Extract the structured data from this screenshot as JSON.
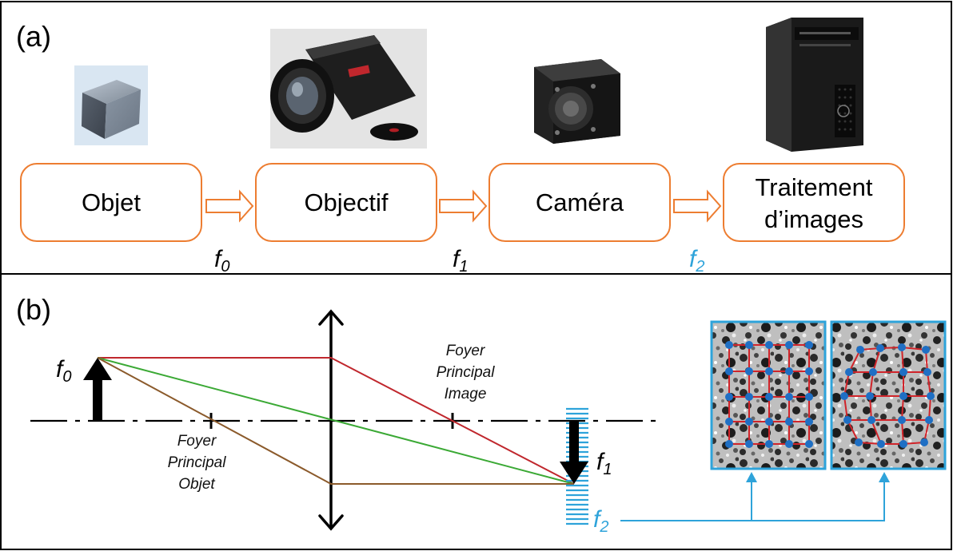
{
  "panel_a": {
    "label": "(a)",
    "stages": [
      {
        "label": "Objet"
      },
      {
        "label": "Objectif"
      },
      {
        "label": "Caméra"
      },
      {
        "label_line1": "Traitement",
        "label_line2": "d’images"
      }
    ],
    "freqs": [
      {
        "base": "f",
        "sub": "0"
      },
      {
        "base": "f",
        "sub": "1"
      },
      {
        "base": "f",
        "sub": "2"
      }
    ]
  },
  "panel_b": {
    "label": "(b)",
    "object_freq": {
      "base": "f",
      "sub": "0"
    },
    "image_freq": {
      "base": "f",
      "sub": "1"
    },
    "sensor_freq": {
      "base": "f",
      "sub": "2"
    },
    "focal_object": [
      "Foyer",
      "Principal",
      "Objet"
    ],
    "focal_image": [
      "Foyer",
      "Principal",
      "Image"
    ]
  },
  "colors": {
    "box_stroke": "#ED7D31",
    "freq_blue": "#2EA3DA",
    "ray_red": "#C0272D",
    "ray_green": "#3BA935",
    "ray_brown": "#8B5A2B",
    "mesh_red": "#D0242A",
    "node_blue": "#1F6FC4"
  },
  "icons": [
    "cube-photo",
    "objective-lens-photo",
    "camera-photo",
    "computer-tower-photo"
  ]
}
